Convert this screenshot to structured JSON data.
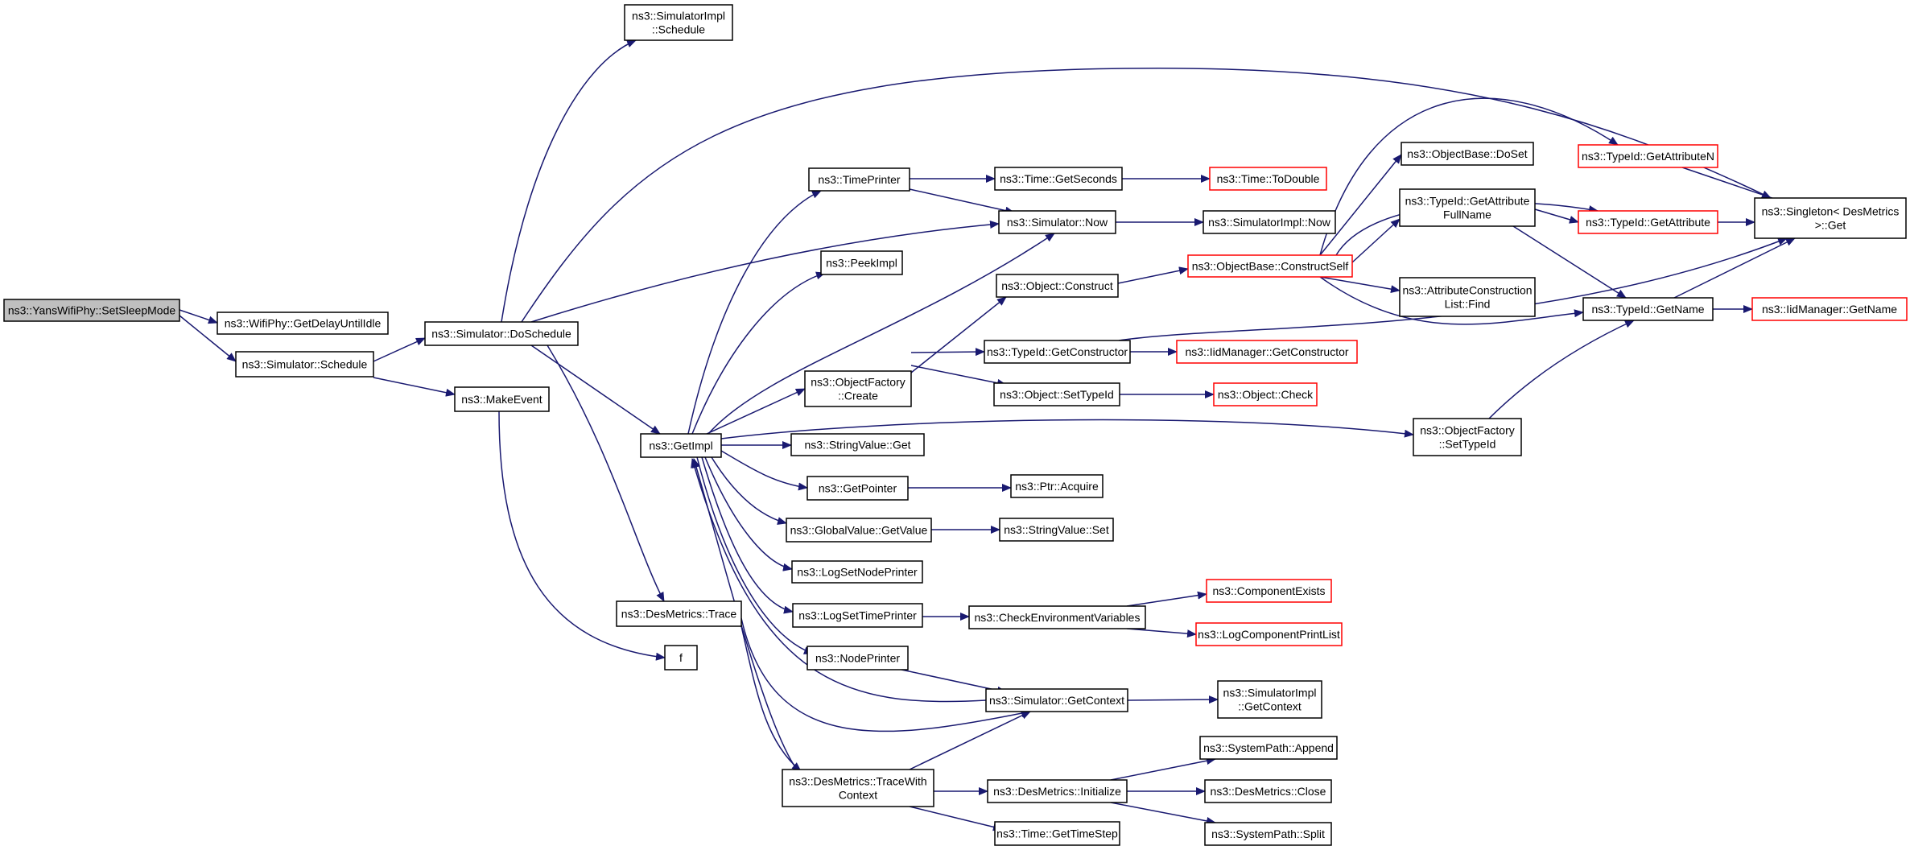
{
  "graph": {
    "edge_color": "#191970",
    "truncated_border_color": "#ff0000",
    "root_fill": "#bfbfbf",
    "nodes": [
      {
        "id": "setsleep",
        "lines": [
          "ns3::YansWifiPhy::SetSleepMode"
        ]
      },
      {
        "id": "getdelay",
        "lines": [
          "ns3::WifiPhy::GetDelayUntilIdle"
        ]
      },
      {
        "id": "schedule",
        "lines": [
          "ns3::Simulator::Schedule"
        ]
      },
      {
        "id": "doschedule",
        "lines": [
          "ns3::Simulator::DoSchedule"
        ]
      },
      {
        "id": "makeevent",
        "lines": [
          "ns3::MakeEvent"
        ]
      },
      {
        "id": "simimpl_schedule",
        "lines": [
          "ns3::SimulatorImpl",
          "::Schedule"
        ]
      },
      {
        "id": "getimpl",
        "lines": [
          "ns3::GetImpl"
        ]
      },
      {
        "id": "desm_trace",
        "lines": [
          "ns3::DesMetrics::Trace"
        ]
      },
      {
        "id": "f",
        "lines": [
          "f"
        ]
      },
      {
        "id": "timeprinter",
        "lines": [
          "ns3::TimePrinter"
        ]
      },
      {
        "id": "peekimpl",
        "lines": [
          "ns3::PeekImpl"
        ]
      },
      {
        "id": "objfactory_create",
        "lines": [
          "ns3::ObjectFactory",
          "::Create"
        ]
      },
      {
        "id": "stringvalue_get",
        "lines": [
          "ns3::StringValue::Get"
        ]
      },
      {
        "id": "getpointer",
        "lines": [
          "ns3::GetPointer"
        ]
      },
      {
        "id": "globalvalue_getvalue",
        "lines": [
          "ns3::GlobalValue::GetValue"
        ]
      },
      {
        "id": "logsetnodeprinter",
        "lines": [
          "ns3::LogSetNodePrinter"
        ]
      },
      {
        "id": "logsettimeprinter",
        "lines": [
          "ns3::LogSetTimePrinter"
        ]
      },
      {
        "id": "nodeprinter",
        "lines": [
          "ns3::NodePrinter"
        ]
      },
      {
        "id": "tracewithcontext",
        "lines": [
          "ns3::DesMetrics::TraceWith",
          "Context"
        ]
      },
      {
        "id": "time_getseconds",
        "lines": [
          "ns3::Time::GetSeconds"
        ]
      },
      {
        "id": "sim_now",
        "lines": [
          "ns3::Simulator::Now"
        ]
      },
      {
        "id": "obj_construct",
        "lines": [
          "ns3::Object::Construct"
        ]
      },
      {
        "id": "typeid_getconstructor",
        "lines": [
          "ns3::TypeId::GetConstructor"
        ]
      },
      {
        "id": "obj_settypeid",
        "lines": [
          "ns3::Object::SetTypeId"
        ]
      },
      {
        "id": "ptr_acquire",
        "lines": [
          "ns3::Ptr::Acquire"
        ]
      },
      {
        "id": "stringvalue_set",
        "lines": [
          "ns3::StringValue::Set"
        ]
      },
      {
        "id": "checkenv",
        "lines": [
          "ns3::CheckEnvironmentVariables"
        ]
      },
      {
        "id": "sim_getcontext",
        "lines": [
          "ns3::Simulator::GetContext"
        ]
      },
      {
        "id": "desm_initialize",
        "lines": [
          "ns3::DesMetrics::Initialize"
        ]
      },
      {
        "id": "time_gettimestep",
        "lines": [
          "ns3::Time::GetTimeStep"
        ]
      },
      {
        "id": "time_todouble",
        "lines": [
          "ns3::Time::ToDouble"
        ],
        "truncated": true
      },
      {
        "id": "simimpl_now",
        "lines": [
          "ns3::SimulatorImpl::Now"
        ]
      },
      {
        "id": "objbase_constructself",
        "lines": [
          "ns3::ObjectBase::ConstructSelf"
        ],
        "truncated": true
      },
      {
        "id": "iidmanager_getconstructor",
        "lines": [
          "ns3::IidManager::GetConstructor"
        ],
        "truncated": true
      },
      {
        "id": "object_check",
        "lines": [
          "ns3::Object::Check"
        ],
        "truncated": true
      },
      {
        "id": "objfactory_settypeid",
        "lines": [
          "ns3::ObjectFactory",
          "::SetTypeId"
        ]
      },
      {
        "id": "componentexists",
        "lines": [
          "ns3::ComponentExists"
        ],
        "truncated": true
      },
      {
        "id": "logcomponentprintlist",
        "lines": [
          "ns3::LogComponentPrintList"
        ],
        "truncated": true
      },
      {
        "id": "simimpl_getcontext",
        "lines": [
          "ns3::SimulatorImpl",
          "::GetContext"
        ]
      },
      {
        "id": "systempath_append",
        "lines": [
          "ns3::SystemPath::Append"
        ]
      },
      {
        "id": "desm_close",
        "lines": [
          "ns3::DesMetrics::Close"
        ]
      },
      {
        "id": "systempath_split",
        "lines": [
          "ns3::SystemPath::Split"
        ]
      },
      {
        "id": "objbase_doset",
        "lines": [
          "ns3::ObjectBase::DoSet"
        ]
      },
      {
        "id": "typeid_getattrfullname",
        "lines": [
          "ns3::TypeId::GetAttribute",
          "FullName"
        ]
      },
      {
        "id": "attrconstruction_find",
        "lines": [
          "ns3::AttributeConstruction",
          "List::Find"
        ]
      },
      {
        "id": "typeid_getattributen",
        "lines": [
          "ns3::TypeId::GetAttributeN"
        ],
        "truncated": true
      },
      {
        "id": "typeid_getattribute",
        "lines": [
          "ns3::TypeId::GetAttribute"
        ],
        "truncated": true
      },
      {
        "id": "typeid_getname",
        "lines": [
          "ns3::TypeId::GetName"
        ]
      },
      {
        "id": "singleton_get",
        "lines": [
          "ns3::Singleton< DesMetrics",
          " >::Get"
        ]
      },
      {
        "id": "iidmanager_getname",
        "lines": [
          "ns3::IidManager::GetName"
        ],
        "truncated": true
      }
    ]
  }
}
